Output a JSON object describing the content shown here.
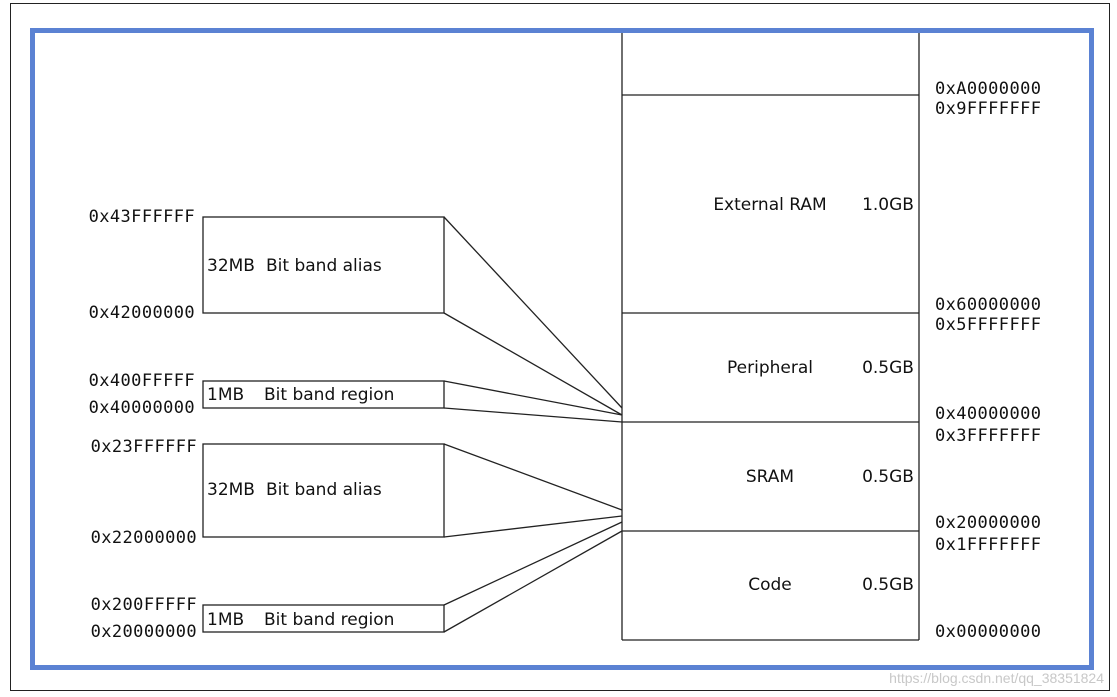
{
  "memory_map": {
    "regions": [
      {
        "name": "External RAM",
        "size": "1.0GB"
      },
      {
        "name": "Peripheral",
        "size": "0.5GB"
      },
      {
        "name": "SRAM",
        "size": "0.5GB"
      },
      {
        "name": "Code",
        "size": "0.5GB"
      }
    ],
    "addresses": [
      "0xA0000000",
      "0x9FFFFFFF",
      "0x60000000",
      "0x5FFFFFFF",
      "0x40000000",
      "0x3FFFFFFF",
      "0x20000000",
      "0x1FFFFFFF",
      "0x00000000"
    ]
  },
  "bit_band": {
    "periph_alias": {
      "size": "32MB",
      "label": "Bit band alias",
      "top": "0x43FFFFFF",
      "bottom": "0x42000000"
    },
    "periph_region": {
      "size": "1MB",
      "label": "Bit band region",
      "top": "0x400FFFFF",
      "bottom": "0x40000000"
    },
    "sram_alias": {
      "size": "32MB",
      "label": "Bit band alias",
      "top": "0x23FFFFFF",
      "bottom": "0x22000000"
    },
    "sram_region": {
      "size": "1MB",
      "label": "Bit band region",
      "top": "0x200FFFFF",
      "bottom": "0x20000000"
    }
  },
  "watermark": "https://blog.csdn.net/qq_38351824"
}
